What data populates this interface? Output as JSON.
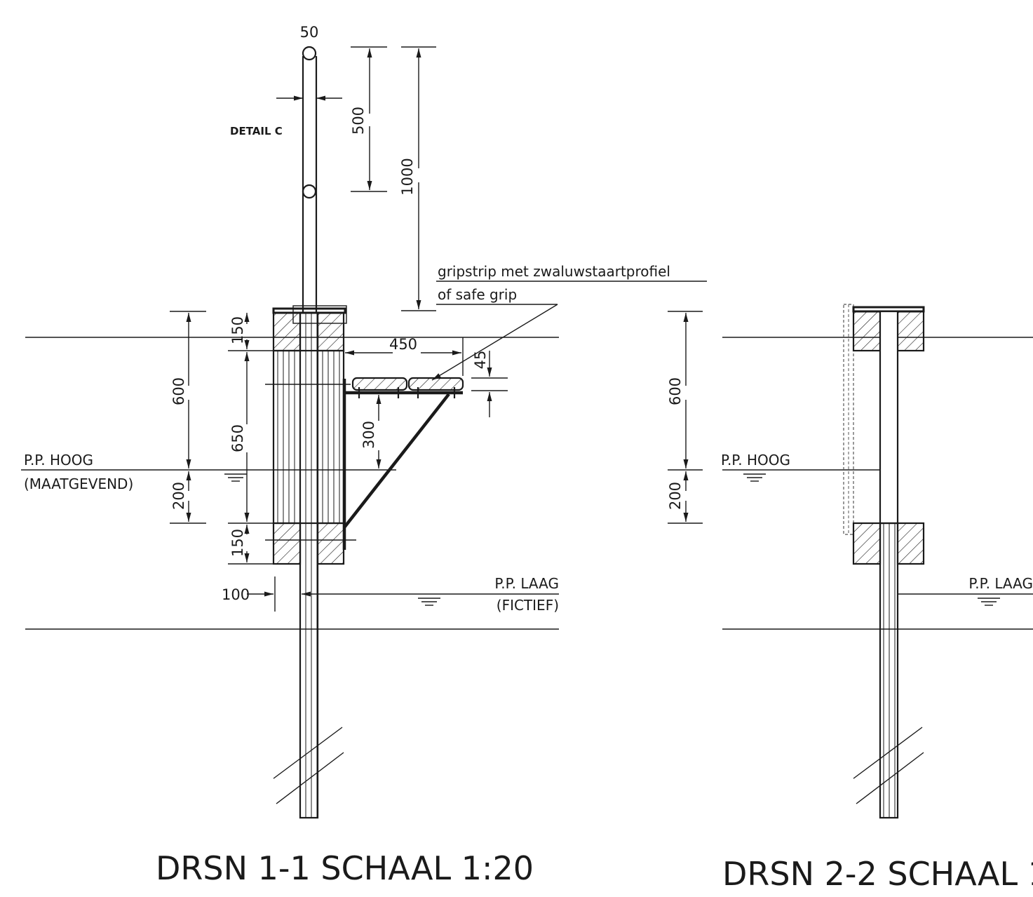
{
  "section1": {
    "title": "DRSN 1-1 SCHAAL 1:20",
    "detail_label": "DETAIL C",
    "dim_pipe": "50",
    "dim_500": "500",
    "dim_1000": "1000",
    "dim_150_top": "150",
    "dim_650": "650",
    "dim_150_bottom": "150",
    "dim_600": "600",
    "dim_200": "200",
    "dim_450": "450",
    "dim_45": "45",
    "dim_300": "300",
    "dim_100": "100",
    "note_line1": "gripstrip met zwaluwstaartprofiel",
    "note_line2": "of safe grip",
    "pp_hoog": "P.P. HOOG",
    "pp_hoog_sub": "(MAATGEVEND)",
    "pp_laag": "P.P. LAAG",
    "pp_laag_sub": "(FICTIEF)"
  },
  "section2": {
    "title": "DRSN 2-2 SCHAAL 1",
    "dim_600": "600",
    "dim_200": "200",
    "pp_hoog": "P.P. HOOG",
    "pp_laag": "P.P. LAAG"
  }
}
